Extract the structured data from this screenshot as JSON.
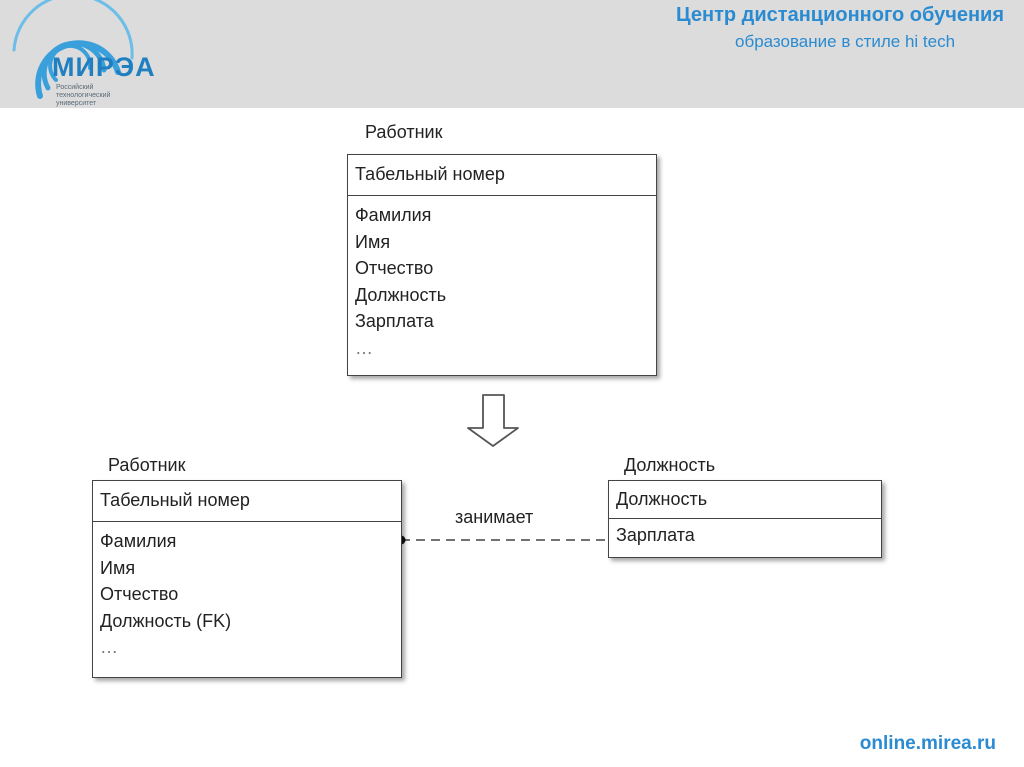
{
  "header": {
    "title": "Центр дистанционного обучения",
    "subtitle": "образование в стиле hi tech",
    "logo": {
      "word": "МИРЭА",
      "subtext": [
        "Российский",
        "технологический",
        "университет"
      ]
    }
  },
  "diagram": {
    "top_entity": {
      "title": "Работник",
      "key": "Табельный номер",
      "attributes": [
        "Фамилия",
        "Имя",
        "Отчество",
        "Должность",
        "Зарплата",
        "…"
      ]
    },
    "transform_arrow": "down-arrow-icon",
    "left_entity": {
      "title": "Работник",
      "key": "Табельный номер",
      "attributes": [
        "Фамилия",
        "Имя",
        "Отчество",
        "Должность (FK)",
        "…"
      ]
    },
    "right_entity": {
      "title": "Должность",
      "key": "Должность",
      "attributes": [
        "Зарплата"
      ]
    },
    "relationship": {
      "label": "занимает"
    }
  },
  "footer": {
    "url": "online.mirea.ru"
  },
  "colors": {
    "brand_blue": "#2a8bd1",
    "header_bg": "#dcdcdc",
    "line": "#444444"
  }
}
